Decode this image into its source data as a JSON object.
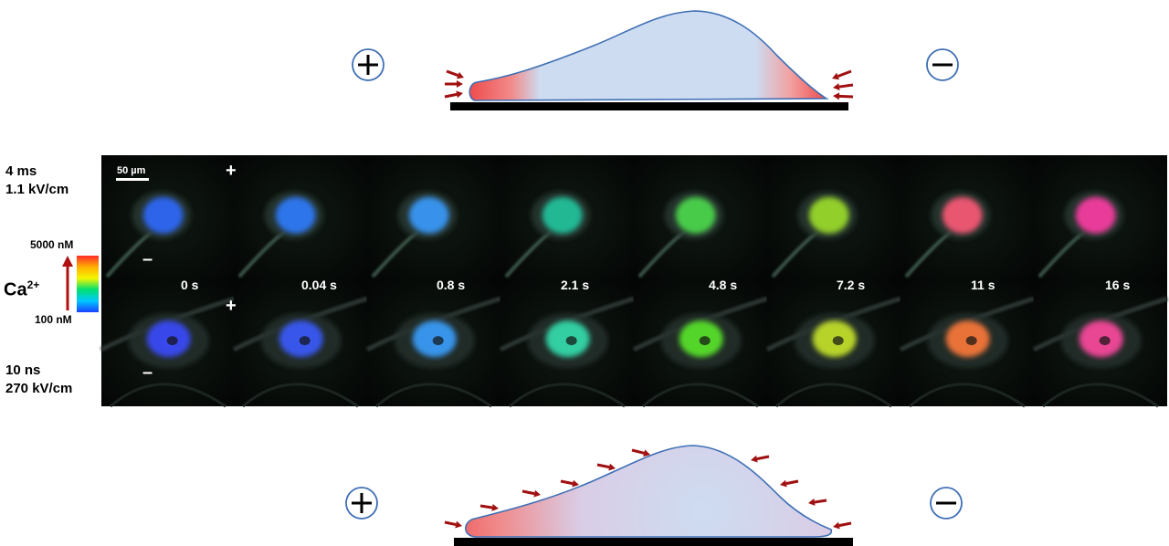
{
  "condition_top": {
    "duration": "4 ms",
    "field": "1.1 kV/cm"
  },
  "condition_bottom": {
    "duration": "10 ns",
    "field": "270 kV/cm"
  },
  "scale_bar": "50 µm",
  "colorbar": {
    "top_label": "5000 nM",
    "bottom_label": "100 nM",
    "species": "Ca",
    "charge": "2+"
  },
  "electrode_plus": "+",
  "electrode_minus": "–",
  "time_labels": [
    "0 s",
    "0.04 s",
    "0.8  s",
    "2.1  s",
    "4.8  s",
    "7.2  s",
    "11  s",
    "16  s"
  ],
  "frame_colors_top": [
    "#2f6bff",
    "#2f7dff",
    "#3a9cff",
    "#22c7a0",
    "#4ddc4d",
    "#9ee02a",
    "#ff5a78",
    "#ff3ca6"
  ],
  "frame_colors_bottom": [
    "#3a4cff",
    "#3a5cff",
    "#3aa0ff",
    "#35e0b0",
    "#5ae82a",
    "#c8e52a",
    "#ff7a3a",
    "#ff4aa0"
  ],
  "accent": {
    "arrow": "#a01010",
    "outline": "#3f6fb5",
    "cell_fill": "#cddcf1",
    "depolarized": "#ef4a4a"
  }
}
